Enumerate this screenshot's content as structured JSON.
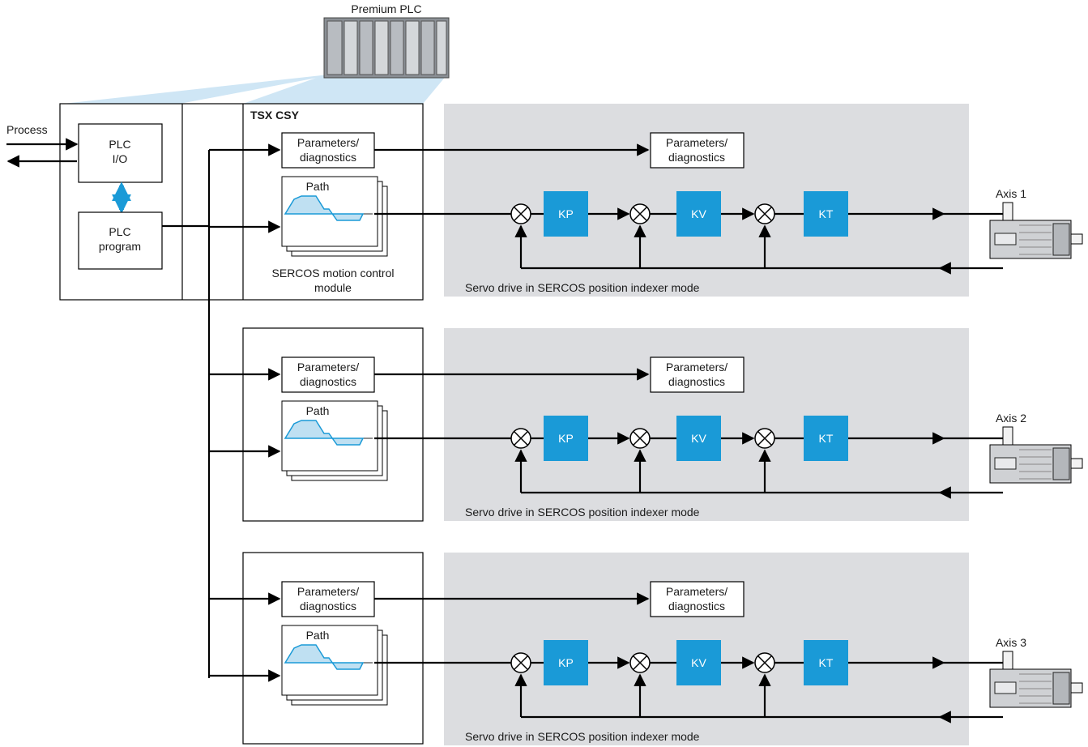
{
  "plc": {
    "title": "Premium PLC",
    "process_label": "Process",
    "io_line1": "PLC",
    "io_line2": "I/O",
    "prog_line1": "PLC",
    "prog_line2": "program"
  },
  "module": {
    "name": "TSX CSY",
    "caption_line1": "SERCOS motion control",
    "caption_line2": "module",
    "params_line1": "Parameters/",
    "params_line2": "diagnostics",
    "path_label": "Path"
  },
  "drive": {
    "caption": "Servo drive in SERCOS position indexer mode",
    "params_line1": "Parameters/",
    "params_line2": "diagnostics",
    "gains": [
      "KP",
      "KV",
      "KT"
    ]
  },
  "axes": [
    "Axis 1",
    "Axis 2",
    "Axis 3"
  ],
  "colors": {
    "gain_block": "#1a9ad7",
    "drive_panel": "#dcdde0",
    "accent": "#1a9ad7"
  }
}
